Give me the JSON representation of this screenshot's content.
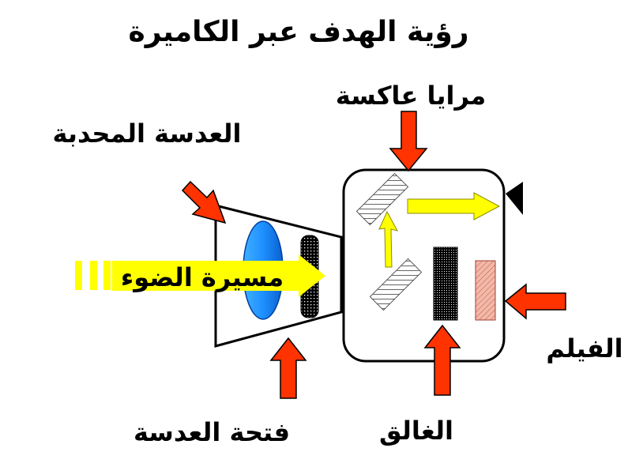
{
  "title": "رؤية الهدف عبر الكاميرة",
  "labels": {
    "mirrors": "مرايا عاكسة",
    "convex_lens": "العدسة  المحدبة",
    "light_path": "مسيرة الضوء",
    "film": "الفيلم",
    "aperture": "فتحة العدسة",
    "shutter": "الغالق"
  },
  "colors": {
    "pointer_arrow": "#ff3300",
    "light_arrow": "#ffff00",
    "lens": "#1e90ff",
    "film": "#f4b8a8",
    "background": "#ffffff"
  }
}
